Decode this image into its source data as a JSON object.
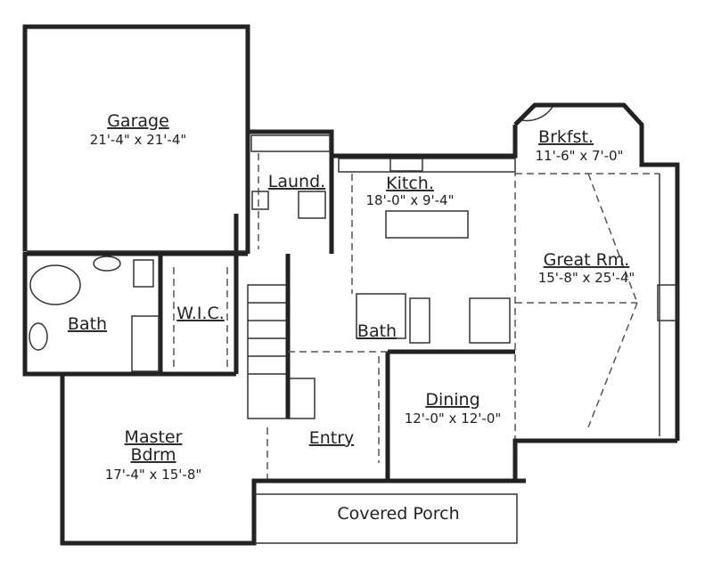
{
  "rooms": {
    "garage": {
      "name": "Garage",
      "size": "21'-4\" x 21'-4\""
    },
    "laundry": {
      "name": "Laund."
    },
    "kitchen": {
      "name": "Kitch.",
      "size": "18'-0\" x 9'-4\""
    },
    "breakfast": {
      "name": "Brkfst.",
      "size": "11'-6\" x 7'-0\""
    },
    "great_room": {
      "name": "Great Rm.",
      "size": "15'-8\" x 25'-4\""
    },
    "master_bath": {
      "name": "Bath"
    },
    "wic": {
      "name": "W.I.C."
    },
    "half_bath": {
      "name": "Bath"
    },
    "dining": {
      "name": "Dining",
      "size": "12'-0\" x 12'-0\""
    },
    "master_bedroom": {
      "name_line1": "Master",
      "name_line2": "Bdrm",
      "size": "17'-4\" x 15'-8\""
    },
    "entry": {
      "name": "Entry"
    },
    "porch": {
      "name": "Covered Porch"
    }
  }
}
